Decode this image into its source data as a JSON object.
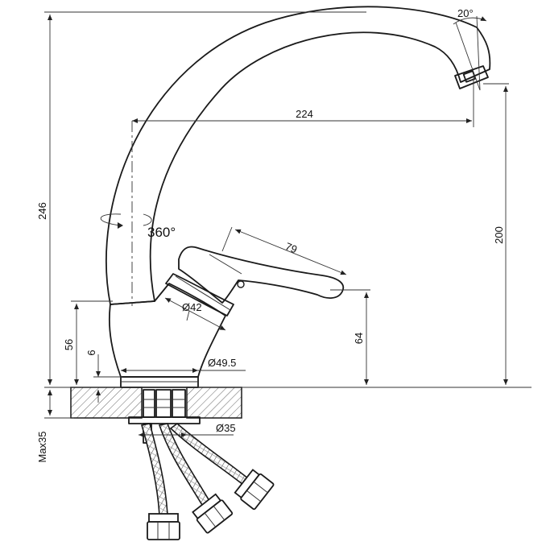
{
  "dimensions": {
    "total_height": "246",
    "spout_reach": "224",
    "spout_angle": "20°",
    "rotation": "360°",
    "spout_height": "200",
    "handle_length": "79",
    "handle_diameter": "Ø42",
    "base_diameter": "Ø49.5",
    "body_height": "56",
    "base_plate": "6",
    "handle_height": "64",
    "shank_diameter": "Ø35",
    "max_countertop": "Max35"
  }
}
